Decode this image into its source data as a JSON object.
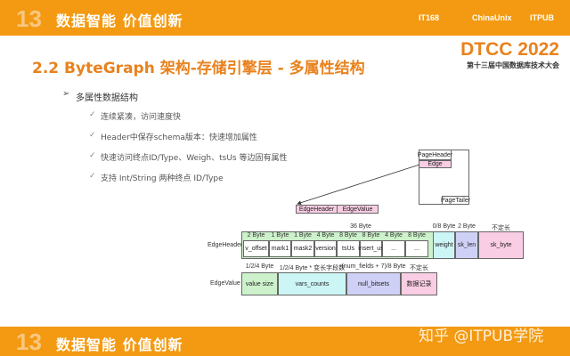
{
  "header": {
    "logo": "13",
    "slogan": "数据智能  价值创新",
    "sponsors": [
      "IT168",
      "ChinaUnix",
      "ITPUB"
    ]
  },
  "brand": {
    "name": "DTCC 2022",
    "subtitle": "第十三届中国数据库技术大会"
  },
  "slide": {
    "title": "2.2 ByteGraph 架构-存储引擎层 - 多属性结构",
    "bullet": "多属性数据结构",
    "subbullets": [
      "连续紧凑，访问速度快",
      "Header中保存schema版本：快速增加属性",
      "快速访问终点ID/Type、Weigh、tsUs 等边固有属性",
      "支持 Int/String 两种终点 ID/Type"
    ]
  },
  "diagram": {
    "page": {
      "header": "PageHeader",
      "edge": "Edge",
      "tailer": "PageTailer"
    },
    "edge_parts": [
      "EdgeHeader",
      "EdgeValue"
    ],
    "edge_header": {
      "label": "EdgeHeader",
      "total": "36 Byte",
      "fields": [
        {
          "size": "2 Byte",
          "name": "v_offset"
        },
        {
          "size": "1 Byte",
          "name": "mark1"
        },
        {
          "size": "1 Byte",
          "name": "mask2"
        },
        {
          "size": "4 Byte",
          "name": "version"
        },
        {
          "size": "8 Byte",
          "name": "tsUs"
        },
        {
          "size": "8 Byte",
          "name": "insert_us"
        },
        {
          "size": "4 Byte",
          "name": "..."
        },
        {
          "size": "8 Byte",
          "name": "..."
        }
      ],
      "extra": [
        {
          "size": "0/8 Byte",
          "name": "weight"
        },
        {
          "size": "2 Byte",
          "name": "sk_len"
        },
        {
          "size": "不定长",
          "name": "sk_byte"
        }
      ]
    },
    "edge_value": {
      "label": "EdgeValue",
      "fields": [
        {
          "size": "1/2/4 Byte",
          "name": "value size"
        },
        {
          "size": "1/2/4 Byte * 变长字段数",
          "name": "vars_counts"
        },
        {
          "size": "(num_fields + 7)/8 Byte",
          "name": "null_bitsets"
        },
        {
          "size": "不定长",
          "name": "数据记录"
        }
      ]
    }
  },
  "footer": {
    "slogan": "数据智能  价值创新",
    "watermark": "知乎 @ITPUB学院"
  },
  "colors": {
    "brand_orange": "#f39a12",
    "title": "#e8821e"
  }
}
